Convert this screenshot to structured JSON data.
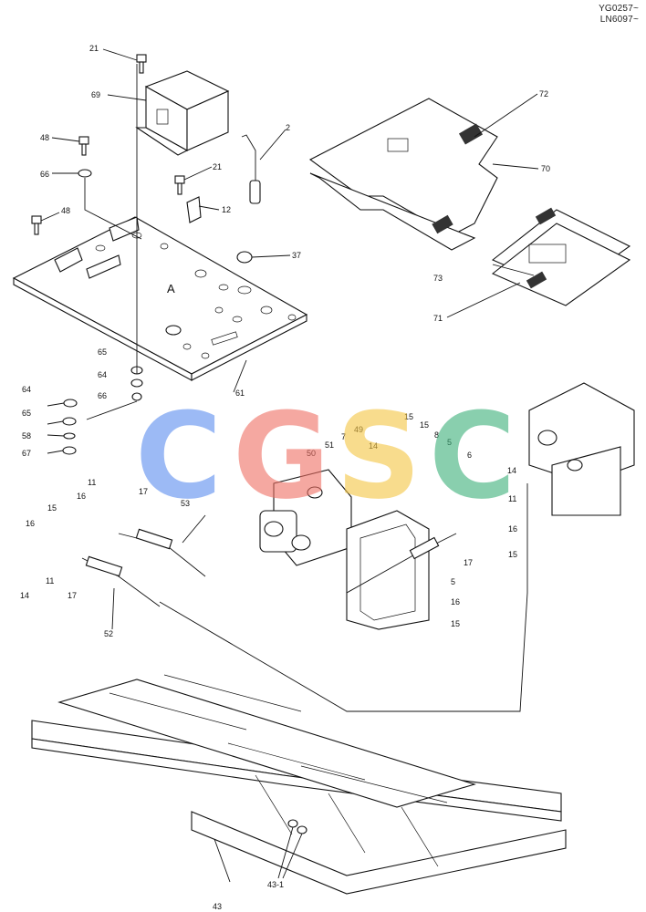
{
  "serials": [
    "YG0257~",
    "LN6097~"
  ],
  "view_marker": "A",
  "watermark": {
    "letters": [
      {
        "char": "C",
        "color": "#5b8def"
      },
      {
        "char": "G",
        "color": "#ef6f63"
      },
      {
        "char": "S",
        "color": "#f5c542"
      },
      {
        "char": "C",
        "color": "#3bb07a"
      }
    ]
  },
  "callouts": [
    "21",
    "69",
    "2",
    "48",
    "66",
    "21",
    "12",
    "48",
    "37",
    "72",
    "70",
    "73",
    "71",
    "65",
    "64",
    "66",
    "61",
    "64",
    "65",
    "58",
    "67",
    "14",
    "49",
    "15",
    "51",
    "7",
    "15",
    "8",
    "50",
    "5",
    "6",
    "14",
    "11",
    "16",
    "15",
    "17",
    "53",
    "11",
    "16",
    "15",
    "16",
    "17",
    "5",
    "16",
    "15",
    "14",
    "11",
    "17",
    "52",
    "43-1",
    "43"
  ]
}
